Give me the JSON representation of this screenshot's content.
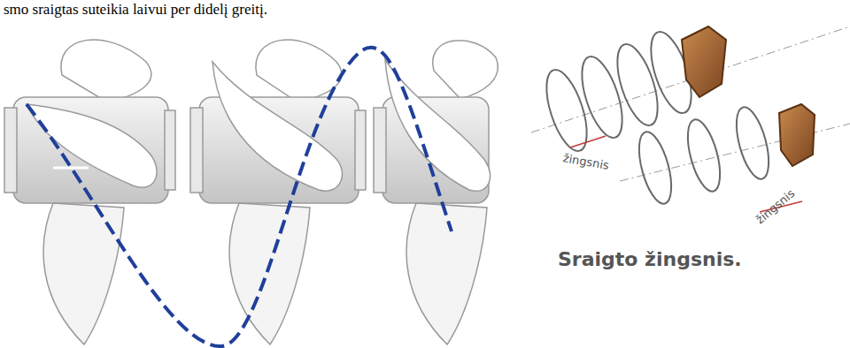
{
  "diagram": {
    "caption": "Sraigto žingsnis.",
    "labels": [
      "smo sraigtas suteikia laivui per didelį greitį.",
      "žingsnis",
      "žingsnis"
    ]
  }
}
